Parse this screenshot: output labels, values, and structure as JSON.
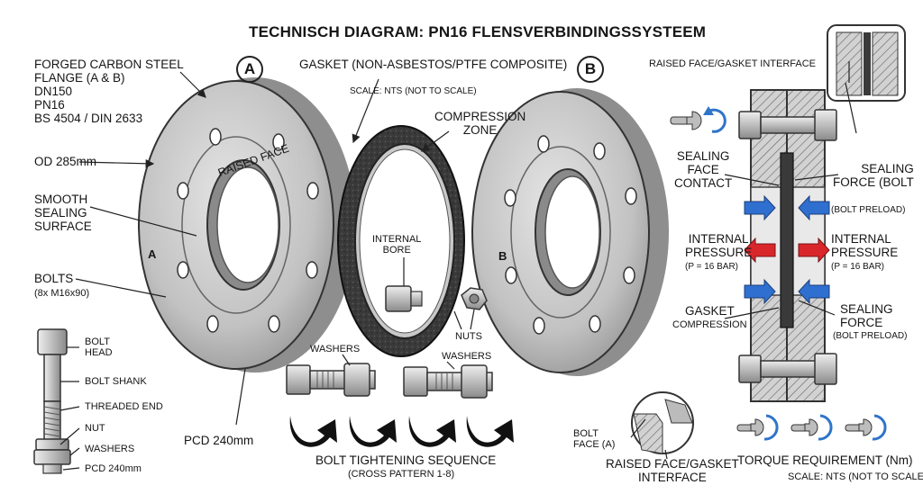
{
  "title": "TECHNISCH DIAGRAM: PN16 FLENSVERBINDINGSSYSTEEM",
  "flange_a": {
    "circle": "A",
    "face_letter": "A",
    "desc": [
      "FORGED CARBON STEEL",
      "FLANGE (A & B)",
      "DN150",
      "PN16",
      "BS 4504 / DIN 2633"
    ],
    "od": "OD 285mm",
    "sealing_surface": [
      "SMOOTH",
      "SEALING",
      "SURFACE"
    ],
    "raised_face": "RAISED FACE",
    "pcd": "PCD 240mm"
  },
  "flange_b": {
    "circle": "B",
    "face_letter": "B"
  },
  "gasket": {
    "title": "GASKET (NON-ASBESTOS/PTFE COMPOSITE)",
    "scale": "SCALE: NTS (NOT TO SCALE)",
    "compression_zone": [
      "COMPRESSION",
      "ZONE"
    ],
    "internal_bore": [
      "INTERNAL",
      "BORE"
    ]
  },
  "hardware": {
    "bolts": "BOLTS",
    "bolts_spec": "(8x M16x90)",
    "nuts": "NUTS",
    "washers_left": "WASHERS",
    "washers_right": "WASHERS"
  },
  "bolt_parts": {
    "head": [
      "BOLT",
      "HEAD"
    ],
    "shank": "BOLT SHANK",
    "threaded": "THREADED END",
    "nut": "NUT",
    "washers": "WASHERS",
    "pcd": "PCD 240mm"
  },
  "sequence": {
    "title": "BOLT TIGHTENING SEQUENCE",
    "sub": "(CROSS PATTERN 1-8)"
  },
  "detail_b": {
    "bolt_face": [
      "BOLT",
      "FACE (A)"
    ],
    "interface": [
      "RAISED FACE/GASKET",
      "INTERFACE"
    ]
  },
  "section": {
    "top_label": "RAISED FACE/GASKET INTERFACE",
    "sealing_contact": [
      "SEALING",
      "FACE",
      "CONTACT"
    ],
    "sealing_force_top": [
      "SEALING",
      "FORCE (BOLT"
    ],
    "bolt_preload_top": "(BOLT PRELOAD)",
    "internal_left": [
      "INTERNAL",
      "PRESSURE"
    ],
    "pressure_left": "(P = 16 BAR)",
    "internal_right": [
      "INTERNAL",
      "PRESSURE"
    ],
    "pressure_right": "(P = 16 BAR)",
    "gasket_big": "GASKET",
    "gasket_small": "COMPRESSION",
    "sealing_force_bottom": [
      "SEALING",
      "FORCE"
    ],
    "bolt_preload_bottom": "(BOLT PRELOAD)",
    "torque": "TORQUE REQUIREMENT (Nm)",
    "scale": "SCALE: NTS (NOT TO SCALE)"
  },
  "colors": {
    "steel": "#c9c9c9",
    "steel_dark": "#7a7a7a",
    "gasket": "#3a3a3a",
    "pressure_arrow": "#d9262b",
    "force_arrow": "#2f6fd0",
    "rotation_arrow": "#2f74c9"
  }
}
